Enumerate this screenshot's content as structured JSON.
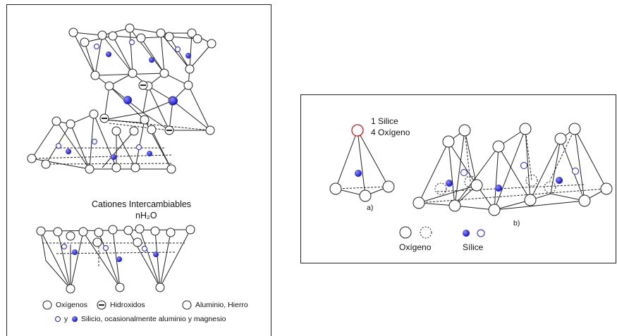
{
  "left": {
    "center_label": "Cationes Intercambiables",
    "water_label": "nH₂O",
    "legend": {
      "oxygen": "Oxígenos",
      "hydroxide": "Hidroxidos",
      "aluminum": "Aluminio, Hierro",
      "y": "y",
      "silicon": "Silicio, ocasionalmente aluminio y magnesio"
    }
  },
  "right": {
    "silice_line": "1 Silice",
    "oxygen_line": "4 Oxígeno",
    "label_a": "a)",
    "label_b": "b)",
    "legend_oxygen": "Oxígeno",
    "legend_silice": "Sílice"
  },
  "colors": {
    "line": "#222222",
    "silicon_fill": "#2020d8",
    "silicon_open": "#2020d8",
    "red_oxygen": "#d01818"
  }
}
